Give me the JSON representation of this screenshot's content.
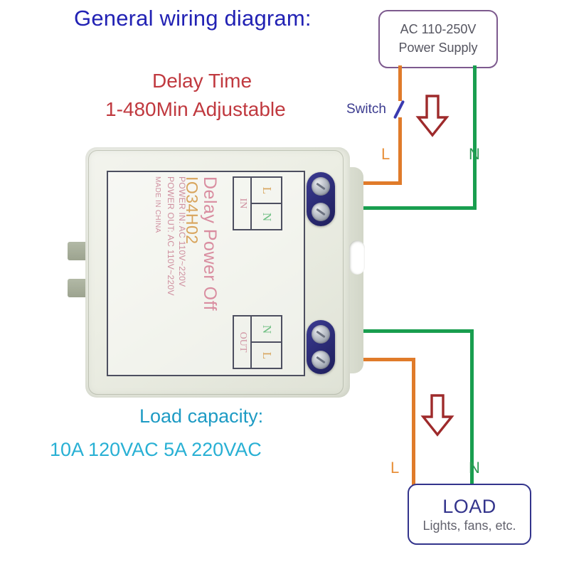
{
  "title": "General wiring diagram:",
  "annotations": {
    "delay_time_label": "Delay Time",
    "delay_time_value": "1-480Min Adjustable",
    "load_capacity_label": "Load capacity:",
    "load_capacity_value": "10A 120VAC 5A 220VAC",
    "switch_label": "Switch"
  },
  "power_supply": {
    "line1": "AC 110-250V",
    "line2": "Power Supply",
    "border_color": "#7d5a8e"
  },
  "load": {
    "title": "LOAD",
    "subtitle": "Lights, fans, etc.",
    "border_color": "#33348c"
  },
  "wire_labels": {
    "live_top": "L",
    "neutral_top": "N",
    "live_bottom": "L",
    "neutral_bottom": "N"
  },
  "device": {
    "printed_title": "Delay Power Off",
    "printed_model": "IO34H02",
    "printed_power_in": "POWER IN: AC 110V~220V",
    "printed_power_out": "POWER OUT: AC 110V~220V",
    "printed_origin": "MADE IN CHINA",
    "input_terminal": {
      "side": "IN",
      "top": "L",
      "bottom": "N"
    },
    "output_terminal": {
      "side": "OUT",
      "top": "N",
      "bottom": "L"
    }
  },
  "colors": {
    "title_blue": "#2222b4",
    "delay_red": "#c0393f",
    "load_cyan": "#28b0d4",
    "live_orange": "#e07b2a",
    "neutral_green": "#199e4f",
    "arrow_red": "#9e2a2b",
    "purple_box": "#7d5a8e",
    "navy_box": "#33348c",
    "label_pink": "#cf8f9f",
    "label_tan": "#d8a45c",
    "terminal_blue": "#2a2a73"
  },
  "icons": {
    "down_arrow_top": "down-arrow-icon",
    "down_arrow_bottom": "down-arrow-icon",
    "switch_break": "switch-slash-icon",
    "mounting_keyhole": "keyhole-icon"
  }
}
